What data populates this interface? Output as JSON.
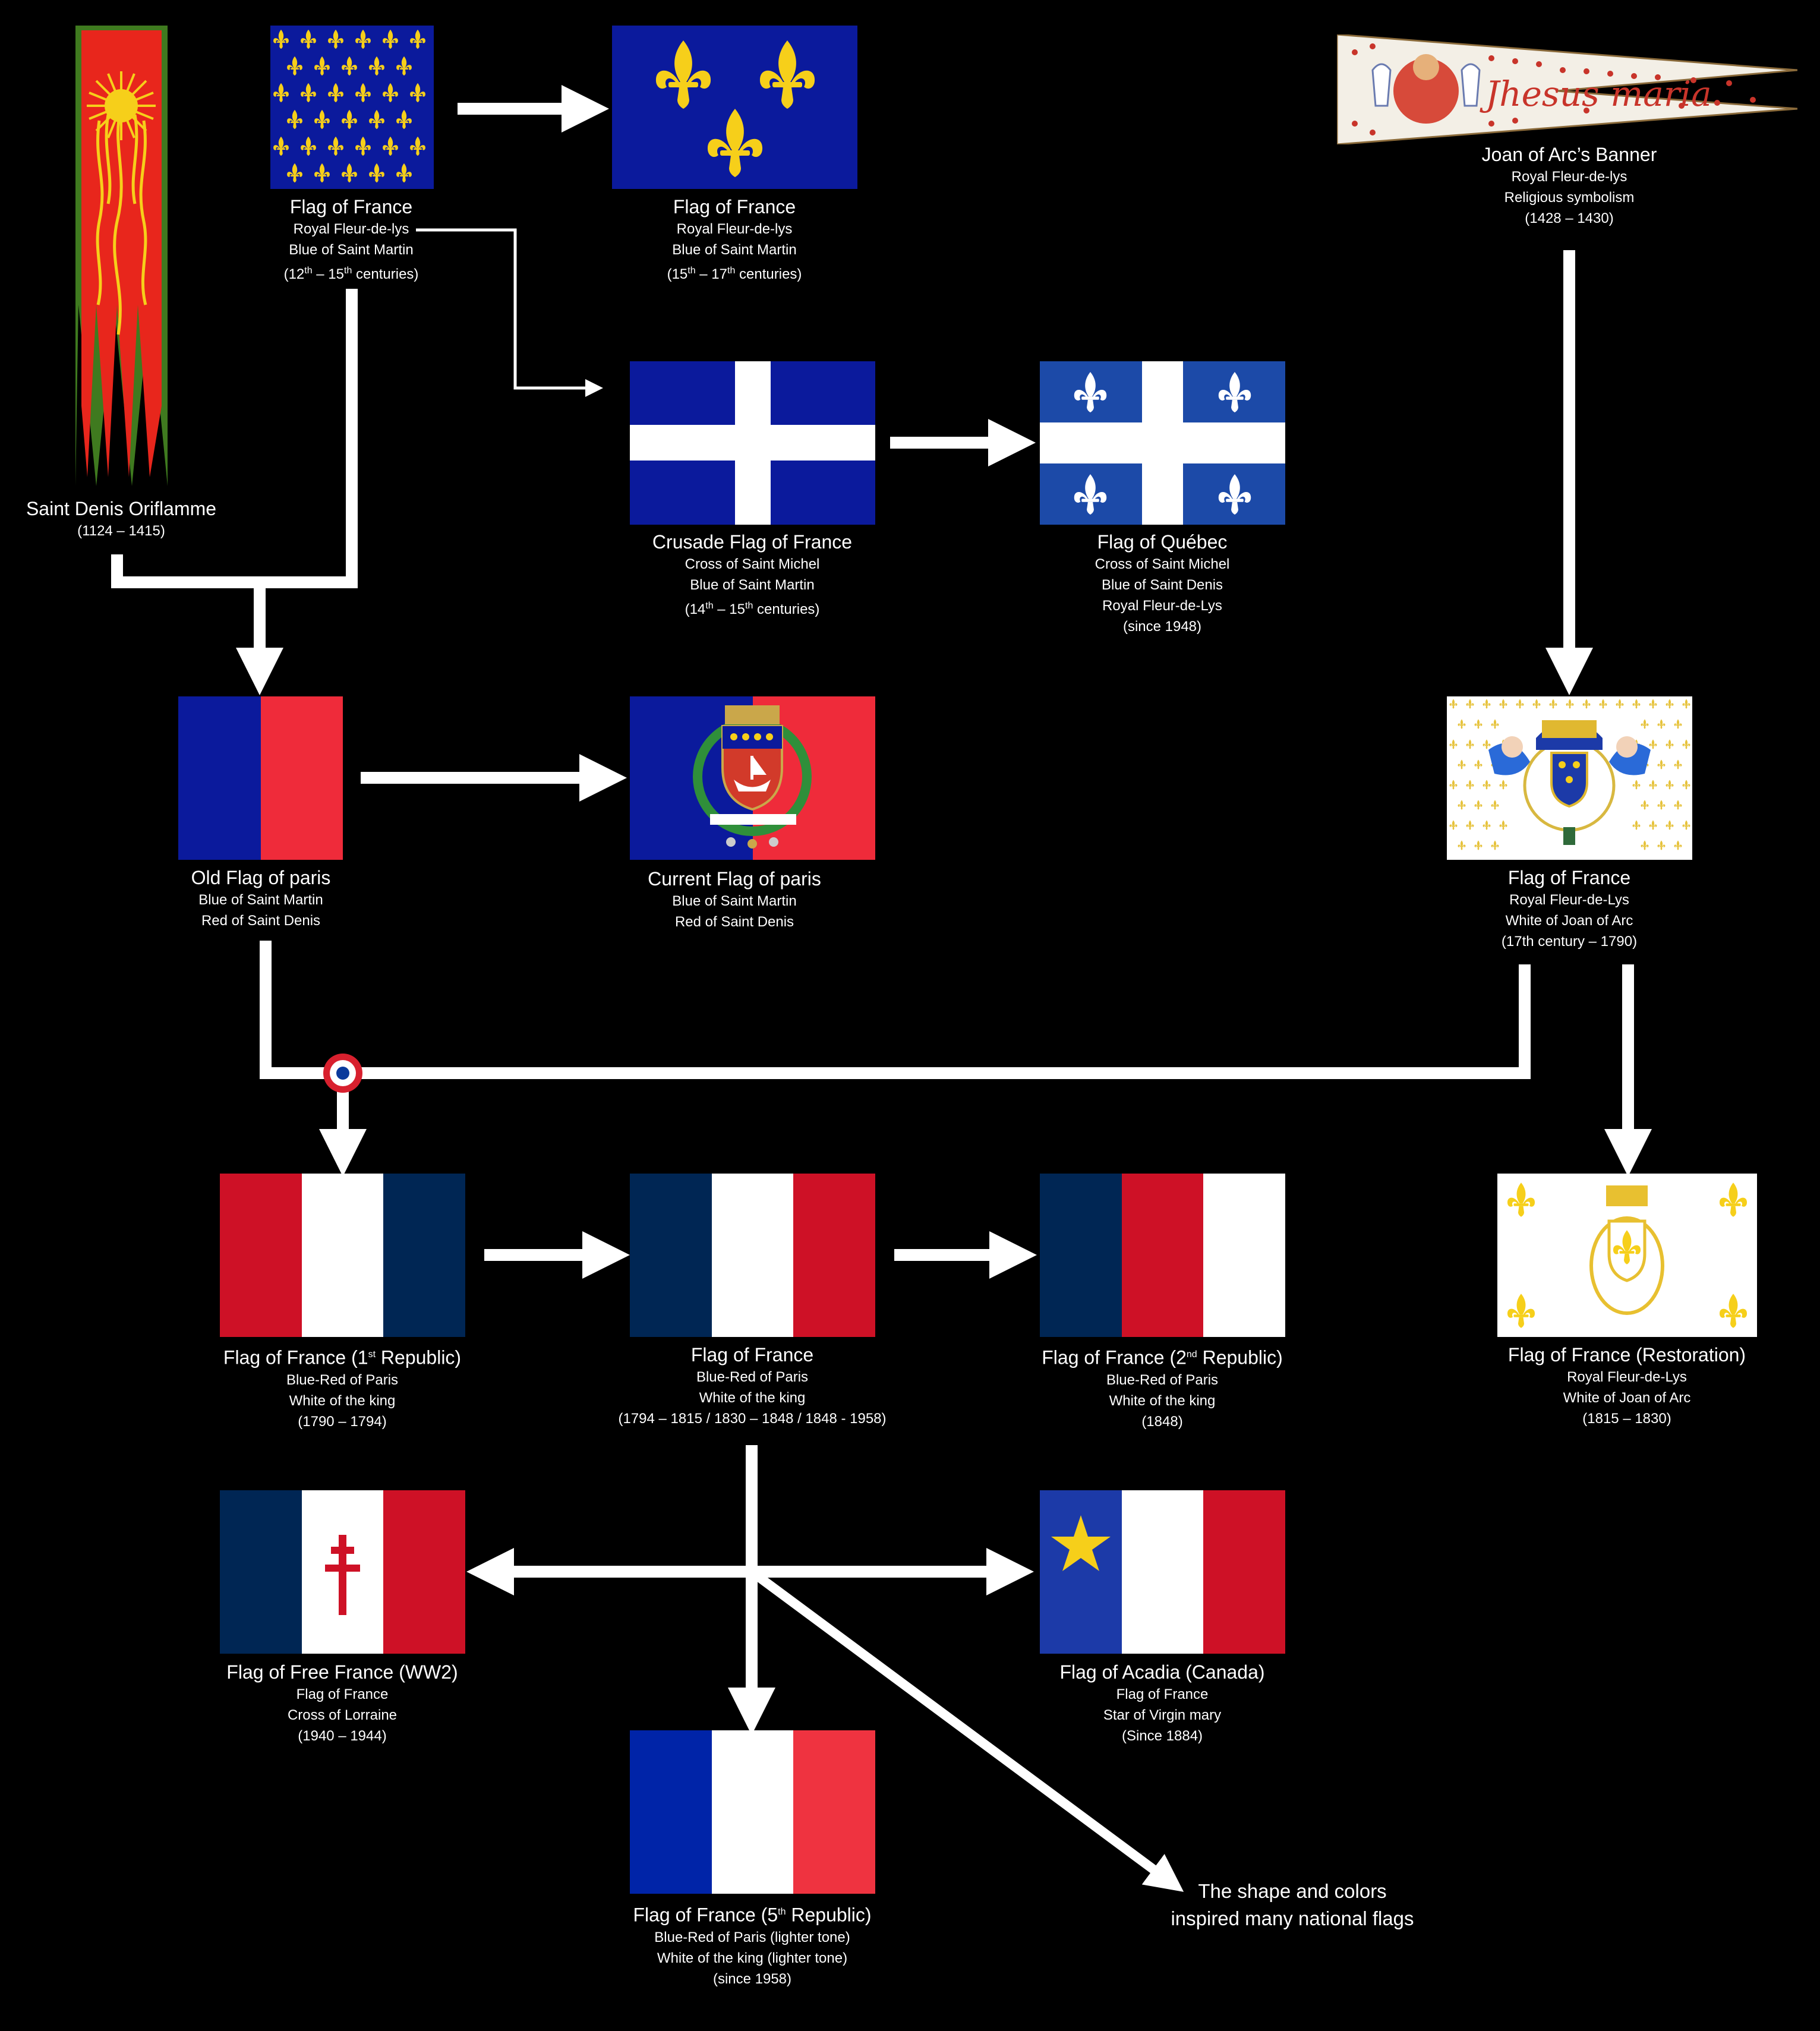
{
  "colors": {
    "background": "#000000",
    "arrow": "#ffffff",
    "royal_blue": "#0b1a9c",
    "fleur_gold": "#f6cf1a",
    "paris_red": "#ef2b3a",
    "navy": "#002654",
    "crimson": "#ce1126",
    "quebec_blue": "#1c4aa8",
    "acadia_blue": "#1c3aa8",
    "fifth_blue": "#0024a8",
    "fifth_red": "#ef3340",
    "oriflamme_red": "#e8261c",
    "oriflamme_green": "#3f7a1f"
  },
  "nodes": {
    "oriflamme": {
      "title": "Saint Denis Oriflamme",
      "lines": [
        "(1124 – 1415)"
      ],
      "icon": "oriflamme-banner-icon"
    },
    "flag_fleur_semis": {
      "title": "Flag of France",
      "lines": [
        "Royal Fleur-de-lys",
        "Blue of Saint Martin"
      ],
      "date_a": "(12",
      "date_sup_a": "th",
      "date_mid": " – 15",
      "date_sup_b": "th",
      "date_b": " centuries)"
    },
    "flag_three_fleur": {
      "title": "Flag of France",
      "lines": [
        "Royal Fleur-de-lys",
        "Blue of Saint Martin"
      ],
      "date_a": "(15",
      "date_sup_a": "th",
      "date_mid": " – 17",
      "date_sup_b": "th",
      "date_b": " centuries)"
    },
    "joan_banner": {
      "title": "Joan of Arc’s Banner",
      "lines": [
        "Royal Fleur-de-lys",
        "Religious symbolism",
        "(1428 – 1430)"
      ],
      "icon": "joan-banner-icon"
    },
    "crusade_flag": {
      "title": "Crusade Flag of France",
      "lines": [
        "Cross of Saint Michel",
        "Blue of Saint Martin"
      ],
      "date_a": "(14",
      "date_sup_a": "th",
      "date_mid": " – 15",
      "date_sup_b": "th",
      "date_b": " centuries)"
    },
    "quebec_flag": {
      "title": "Flag of Québec",
      "lines": [
        "Cross of Saint Michel",
        "Blue of Saint Denis",
        "Royal Fleur-de-Lys",
        "(since 1948)"
      ]
    },
    "old_paris": {
      "title": "Old Flag of paris",
      "lines": [
        "Blue of Saint Martin",
        "Red of Saint Denis"
      ]
    },
    "current_paris": {
      "title": "Current Flag of paris",
      "lines": [
        "Blue of Saint Martin",
        "Red of Saint Denis"
      ],
      "icon": "paris-coat-of-arms-icon"
    },
    "royal_white": {
      "title": "Flag of France",
      "lines": [
        "Royal Fleur-de-Lys",
        "White of Joan of Arc",
        "(17th century – 1790)"
      ],
      "icon": "royal-arms-icon"
    },
    "first_republic": {
      "title_a": "Flag of France (1",
      "title_sup": "st",
      "title_b": " Republic)",
      "lines": [
        "Blue-Red of Paris",
        "White of the king",
        "(1790 – 1794)"
      ]
    },
    "flag_tricolour": {
      "title": "Flag of France",
      "lines": [
        "Blue-Red of Paris",
        "White of the king",
        "(1794 – 1815 / 1830 – 1848 / 1848 - 1958)"
      ]
    },
    "second_republic": {
      "title_a": "Flag of France (2",
      "title_sup": "nd",
      "title_b": " Republic)",
      "lines": [
        "Blue-Red of Paris",
        "White of the king",
        "(1848)"
      ]
    },
    "restoration": {
      "title": "Flag of France (Restoration)",
      "lines": [
        "Royal Fleur-de-Lys",
        "White of Joan of Arc",
        "(1815 – 1830)"
      ],
      "icon": "royal-crest-icon"
    },
    "free_france": {
      "title": "Flag of Free France (WW2)",
      "lines": [
        "Flag of France",
        "Cross of Lorraine",
        "(1940 – 1944)"
      ],
      "icon": "cross-of-lorraine-icon"
    },
    "acadia": {
      "title": "Flag of Acadia (Canada)",
      "lines": [
        "Flag of France",
        "Star of Virgin mary",
        "(Since 1884)"
      ],
      "icon": "star-icon"
    },
    "fifth_republic": {
      "title_a": "Flag of France (5",
      "title_sup": "th",
      "title_b": " Republic)",
      "lines": [
        "Blue-Red of Paris (lighter tone)",
        "White of the king (lighter tone)",
        "(since 1958)"
      ]
    }
  },
  "note": {
    "line1": "The shape and colors",
    "line2": "inspired many national flags"
  },
  "cocarde": {
    "icon": "cocarde-icon"
  }
}
